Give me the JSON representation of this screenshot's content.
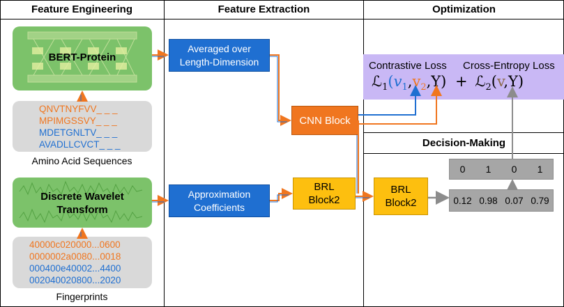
{
  "headers": {
    "feature_engineering": "Feature Engineering",
    "feature_extraction": "Feature Extraction",
    "optimization": "Optimization",
    "decision_making": "Decision-Making"
  },
  "bert": {
    "label": "BERT-Protein"
  },
  "sequences": {
    "items": [
      {
        "text": "QNVTNYFVV_ _ _",
        "color": "orange"
      },
      {
        "text": "MPIMGSSVY_ _ _",
        "color": "orange"
      },
      {
        "text": "MDETGNLTV_ _ _",
        "color": "blue"
      },
      {
        "text": "AVADLLCVCT_ _ _",
        "color": "blue"
      }
    ],
    "caption": "Amino Acid Sequences"
  },
  "dwt": {
    "label_line1": "Discrete Wavelet",
    "label_line2": "Transform"
  },
  "fingerprints": {
    "items": [
      {
        "text": "40000c020000...0600",
        "color": "orange"
      },
      {
        "text": "0000002a0080...0018",
        "color": "orange"
      },
      {
        "text": "000400e40002...4400",
        "color": "blue"
      },
      {
        "text": "002040020800...2020",
        "color": "blue"
      }
    ],
    "caption": "Fingerprints"
  },
  "averaged": {
    "line1": "Averaged over",
    "line2": "Length-Dimension"
  },
  "approximation": {
    "line1": "Approximation",
    "line2": "Coefficients"
  },
  "cnn": {
    "label": "CNN Block"
  },
  "brl_mid": {
    "line1": "BRL",
    "line2": "Block2"
  },
  "brl_right": {
    "line1": "BRL",
    "line2": "Block2"
  },
  "loss": {
    "contrastive_label": "Contrastive Loss",
    "cross_entropy_label": "Cross-Entropy Loss",
    "l1": "ℒ",
    "l1_sub": "1",
    "open": "(",
    "v1": "v",
    "v1_sub": "1",
    "comma1": ",",
    "v2": "v",
    "v2_sub": "2",
    "comma_y1": ",Y)",
    "plus": "+",
    "l2": "ℒ",
    "l2_sub": "2",
    "open2": "(",
    "v": "v",
    "comma_y2": ",Y)"
  },
  "binary_output": [
    "0",
    "1",
    "0",
    "1"
  ],
  "probability_output": [
    "0.12",
    "0.98",
    "0.07",
    "0.79"
  ],
  "colors": {
    "orange": "#f0761f",
    "blue": "#1f6fd1",
    "green": "#7cc26a",
    "yellow": "#fdbf0f",
    "purple": "#c9b8f5"
  }
}
